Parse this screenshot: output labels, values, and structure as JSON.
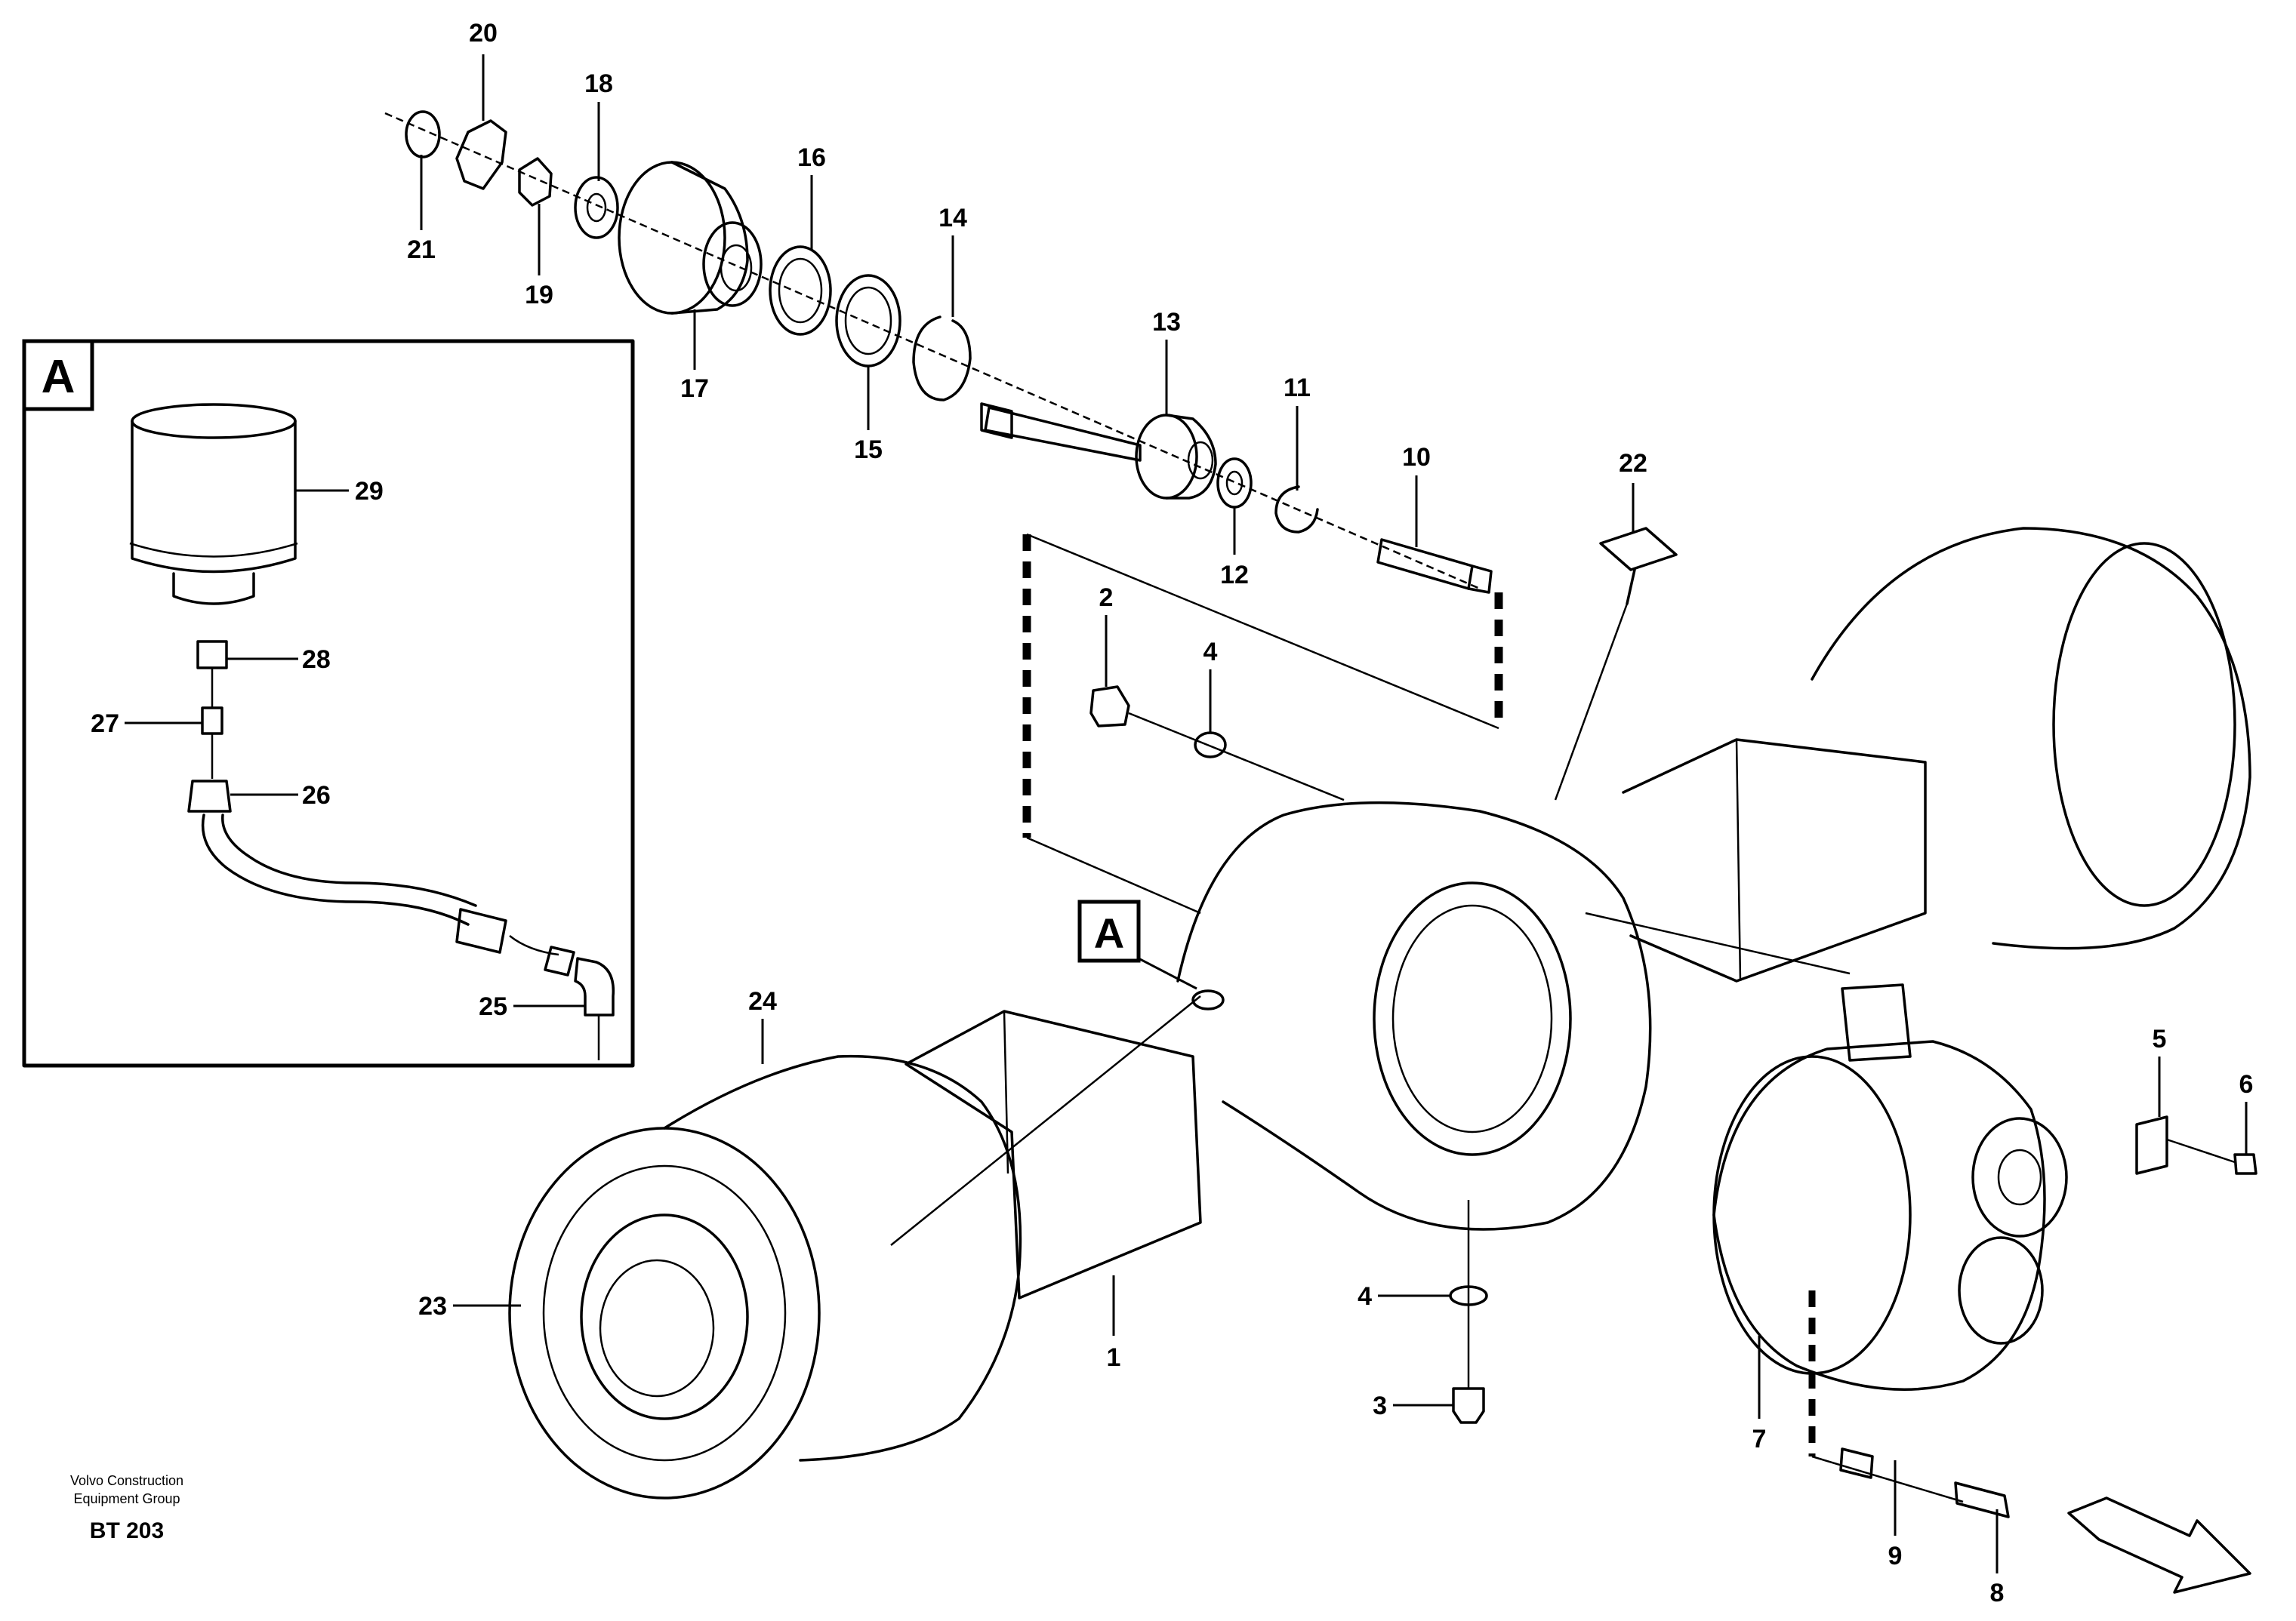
{
  "diagram": {
    "inset_label": "A",
    "axle_marker_label": "A",
    "callouts": {
      "c1": "1",
      "c2": "2",
      "c3": "3",
      "c4a": "4",
      "c4b": "4",
      "c5": "5",
      "c6": "6",
      "c7": "7",
      "c8": "8",
      "c9": "9",
      "c10": "10",
      "c11": "11",
      "c12": "12",
      "c13": "13",
      "c14": "14",
      "c15": "15",
      "c16": "16",
      "c17": "17",
      "c18": "18",
      "c19": "19",
      "c20": "20",
      "c21": "21",
      "c22": "22",
      "c23": "23",
      "c24": "24",
      "c25": "25",
      "c26": "26",
      "c27": "27",
      "c28": "28",
      "c29": "29"
    }
  },
  "footer": {
    "company_line1": "Volvo Construction",
    "company_line2": "Equipment Group",
    "code": "BT 203"
  }
}
